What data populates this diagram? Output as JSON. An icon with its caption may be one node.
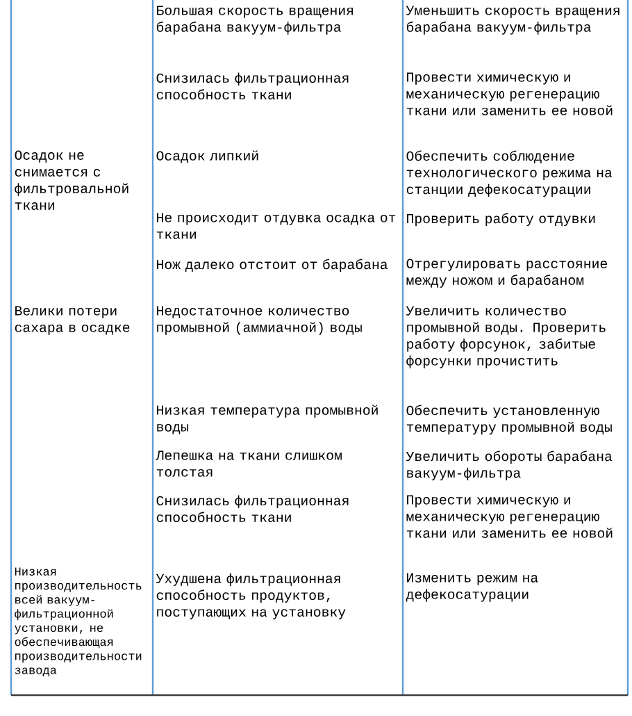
{
  "diagram": {
    "labels": [
      "Большая скорость вращения барабана вакуум-фильтра",
      "Уменьшить скорость вращения барабана вакуум-фильтра",
      "Снизилась фильтрационная способность ткани",
      "Провести химическую и механическую регенерацию ткани или заменить ее новой",
      "Осадок не снимается с фильтровальной ткани",
      "Осадок липкий",
      "Обеспечить соблюдение технологического режима на станции дефекосатурации",
      "Не происходит отдувка осадка от ткани",
      "Проверить работу отдувки",
      "Нож далеко отстоит от барабана",
      "Отрегулировать расстояние между ножом и барабаном",
      "Велики потери сахара в осадке",
      "Недостаточное количество промывной (аммиачной) воды",
      "Увеличить количество промывной воды. Проверить работу форсунок, забитые форсунки прочистить",
      "Низкая температура промывной воды",
      "Обеспечить установленную температуру промывной воды",
      "Лепешка на ткани слишком толстая",
      "Увеличить обороты барабана вакуум-фильтра",
      "Снизилась фильтрационная способность ткани",
      "Провести химическую и механическую регенерацию ткани или заменить ее новой",
      "Низкая производительность всей вакуум-фильтрационной установки, не обеспечивающая производительности завода",
      "Ухудшена фильтрационная способность продуктов, поступающих на установку",
      "Изменить режим на дефекосатурации"
    ]
  }
}
